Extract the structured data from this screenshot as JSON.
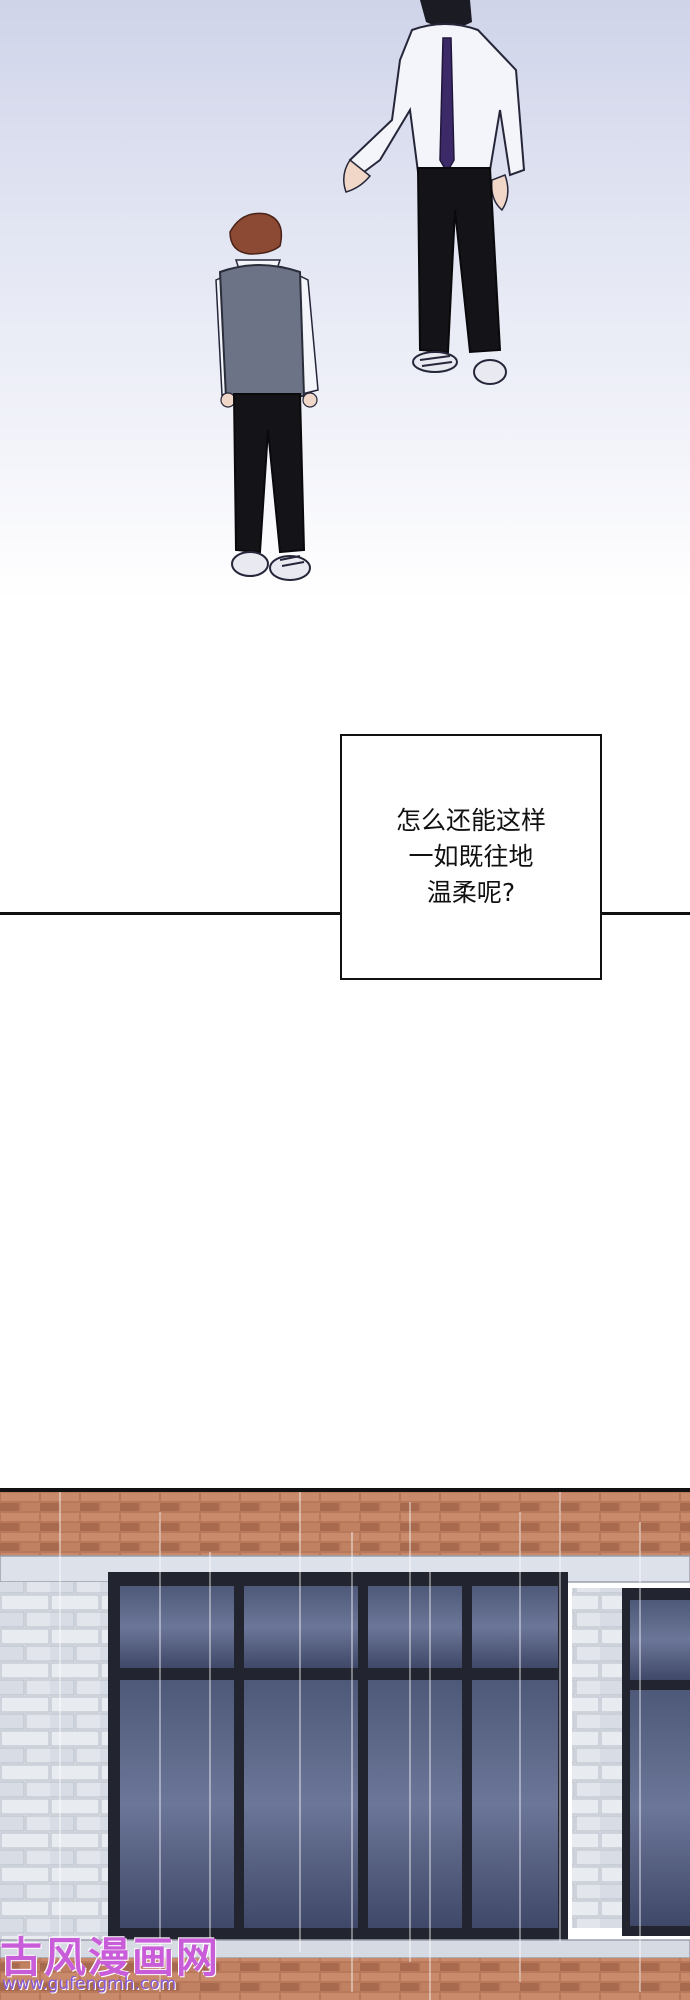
{
  "caption": {
    "text": "怎么还能这样\n一如既往地\n温柔呢?"
  },
  "watermark": {
    "title": "古风漫画网",
    "url": "www.gufengmh.com"
  }
}
